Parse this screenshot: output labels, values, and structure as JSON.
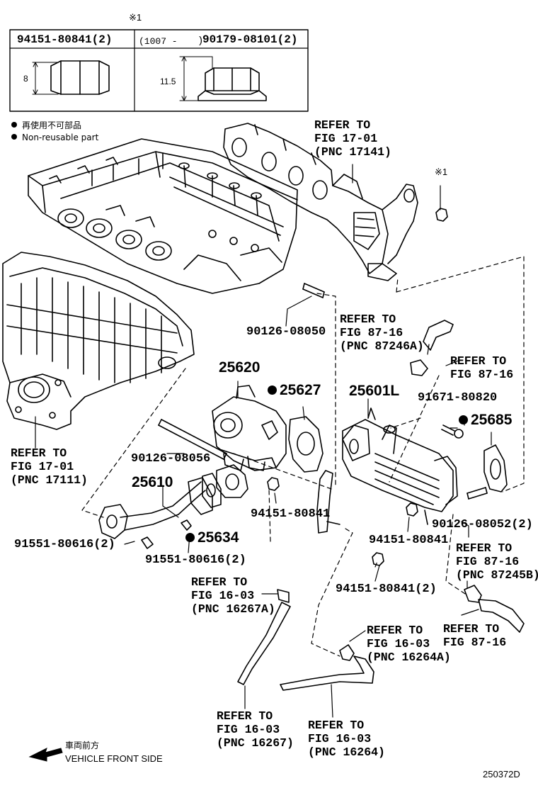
{
  "note_mark": "※1",
  "table": {
    "left_part": "94151-80841(2)",
    "right_range": "(1007 -",
    "right_close": ")",
    "right_part": "90179-08101(2)",
    "left_dim": "8",
    "right_dim": "11.5"
  },
  "legend": {
    "jp": "再使用不可部品",
    "en": "Non-reusable part"
  },
  "refs": {
    "r1": [
      "REFER TO",
      "FIG 17-01",
      "(PNC 17141)"
    ],
    "r2": [
      "REFER TO",
      "FIG 87-16",
      "(PNC 87246A)"
    ],
    "r3": [
      "REFER TO",
      "FIG 87-16"
    ],
    "r4": [
      "REFER TO",
      "FIG 17-01",
      "(PNC 17111)"
    ],
    "r5": [
      "REFER TO",
      "FIG 87-16",
      "(PNC 87245B)"
    ],
    "r6": [
      "REFER TO",
      "FIG 16-03",
      "(PNC 16267A)"
    ],
    "r7": [
      "REFER TO",
      "FIG 87-16"
    ],
    "r8": [
      "REFER TO",
      "FIG 16-03",
      "(PNC 16264A)"
    ],
    "r9": [
      "REFER TO",
      "FIG 16-03",
      "(PNC 16267)"
    ],
    "r10": [
      "REFER TO",
      "FIG 16-03",
      "(PNC 16264)"
    ]
  },
  "parts": {
    "p25620": "25620",
    "p25627": "25627",
    "p25601L": "25601L",
    "p25685": "25685",
    "p25610": "25610",
    "p25634": "25634",
    "p90126_08050": "90126-08050",
    "p90126_08056": "90126-08056",
    "p91671_80820": "91671-80820",
    "p94151_80841_a": "94151-80841",
    "p94151_80841_b": "94151-80841",
    "p94151_80841_c": "94151-80841(2)",
    "p90126_08052": "90126-08052(2)",
    "p91551_80616_a": "91551-80616(2)",
    "p91551_80616_b": "91551-80616(2)",
    "note_1": "※1"
  },
  "footer": {
    "front_jp": "車両前方",
    "front_en": "VEHICLE FRONT SIDE",
    "code": "250372D"
  }
}
